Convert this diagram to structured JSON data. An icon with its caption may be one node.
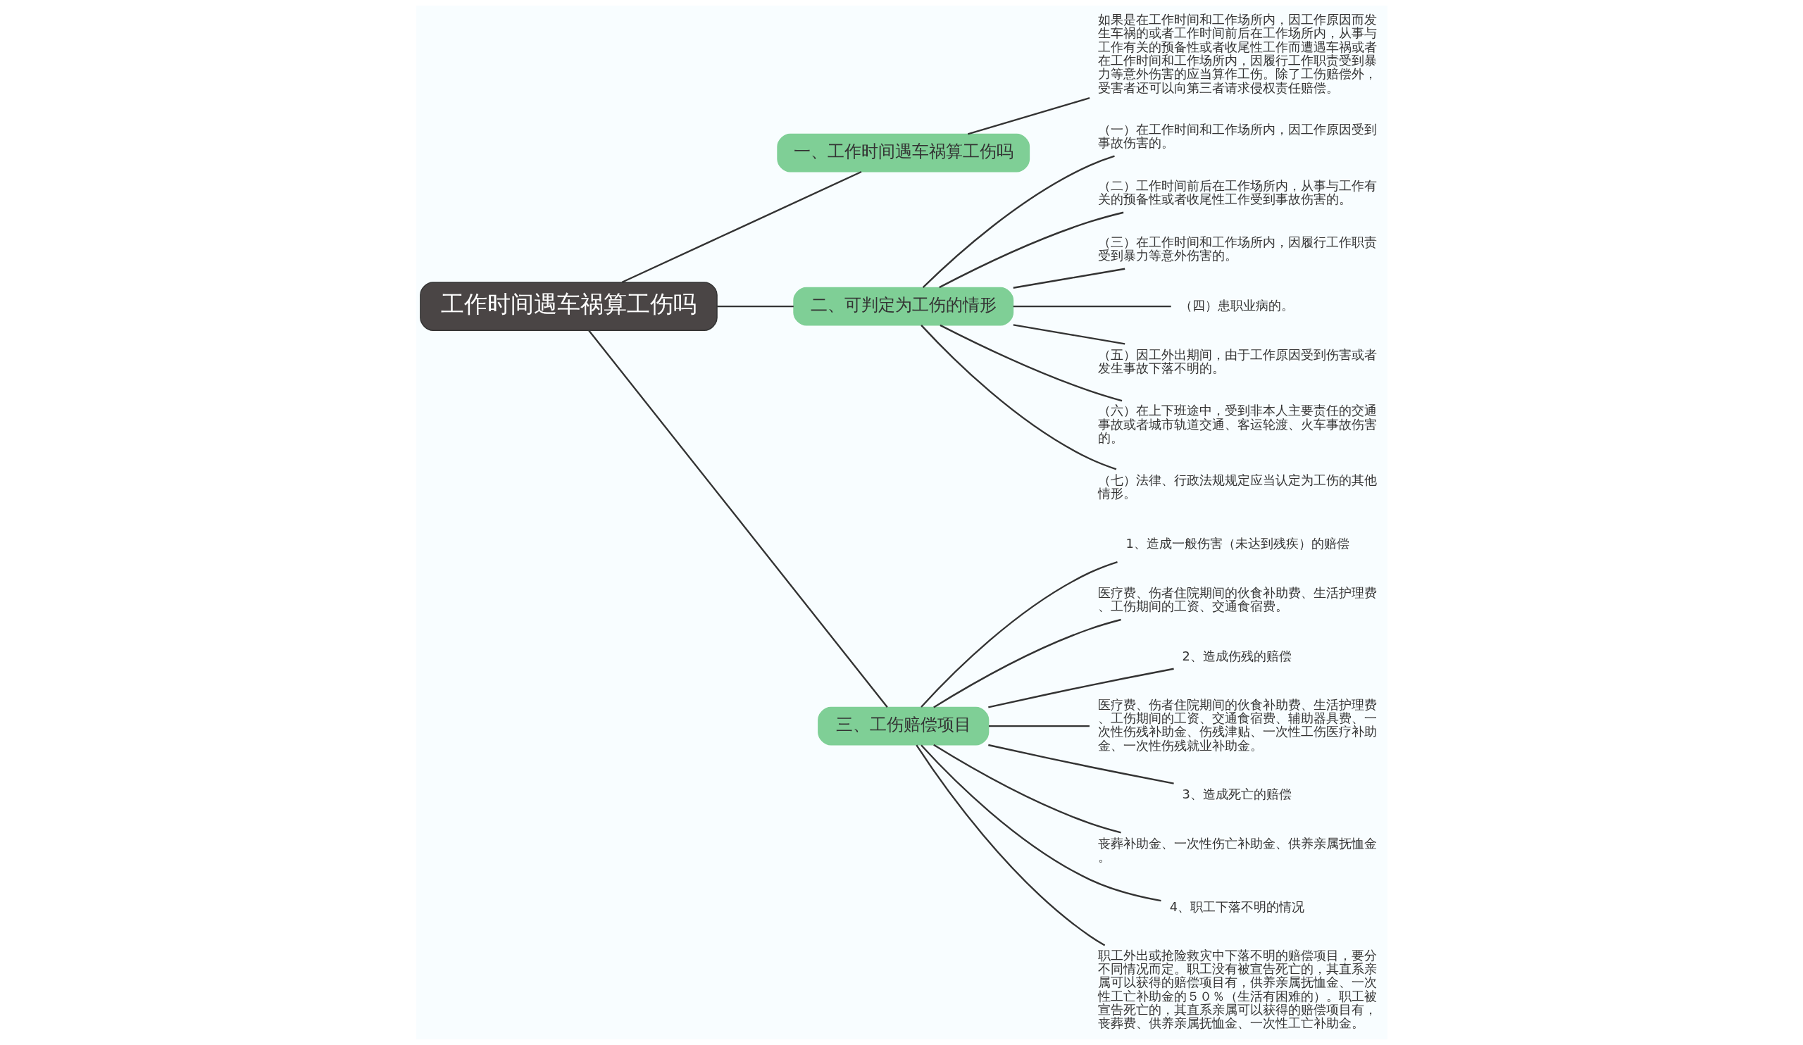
{
  "diagram": {
    "nodes": [
      {
        "text": [
          "工作时间遇车祸算工伤吗"
        ]
      },
      {
        "text": [
          "一、工作时间遇车祸算工伤吗"
        ]
      },
      {
        "text": [
          "如果是在工作时间和工作场所内，因工作原因而发生车祸的或者工作时间前后在工作场所内，从事与工作有关的预备性或者收尾性工作而遭遇车祸或者在工作时间和工作场所内，因履行工作职责受到暴力等意外伤害的应当算作工伤。除了工伤赔偿外，受害者还可以向第三者请求侵权责任赔偿。"
        ]
      },
      {
        "text": [
          "二、可判定为工伤的情形"
        ]
      },
      {
        "text": [
          "（一）在工作时间和工作场所内，因工作原因受到事故伤害的。"
        ]
      },
      {
        "text": [
          "（二）工作时间前后在工作场所内，从事与工作有关的预备性或者收尾性工作受到事故伤害的。"
        ]
      },
      {
        "text": [
          "（三）在工作时间和工作场所内，因履行工作职责受到暴力等意外伤害的。"
        ]
      },
      {
        "text": [
          "（四）患职业病的。"
        ]
      },
      {
        "text": [
          "（五）因工外出期间，由于工作原因受到伤害或者发生事故下落不明的。"
        ]
      },
      {
        "text": [
          "（六）在上下班途中，受到非本人主要责任的交通事故或者城市轨道交通、客运轮渡、火车事故伤害的。"
        ]
      },
      {
        "text": [
          "（七）法律、行政法规规定应当认定为工伤的其他情形。"
        ]
      },
      {
        "text": [
          "三、工伤赔偿项目"
        ]
      },
      {
        "text": [
          "1、造成一般伤害（未达到残疾）的赔偿"
        ]
      },
      {
        "text": [
          "医疗费、伤者住院期间的伙食补助费、生活护理费、工伤期间的工资、交通食宿费。"
        ]
      },
      {
        "text": [
          "2、造成伤残的赔偿"
        ]
      },
      {
        "text": [
          "医疗费、伤者住院期间的伙食补助费、生活护理费、工伤期间的工资、交通食宿费、辅助器具费、一次性伤残补助金、伤残津贴、一次性工伤医疗补助金、一次性伤残就业补助金。"
        ]
      },
      {
        "text": [
          "3、造成死亡的赔偿"
        ]
      },
      {
        "text": [
          "丧葬补助金、一次性伤亡补助金、供养亲属抚恤金。"
        ]
      },
      {
        "text": [
          "4、职工下落不明的情况"
        ]
      },
      {
        "text": [
          "职工外出或抢险救灾中下落不明的赔偿项目，要分不同情况而定。职工没有被宣告死亡的，其直系亲属可以获得的赔偿项目有，供养亲属抚恤金、一次性工亡补助金的５０％（生活有困难的）。职工被宣告死亡的，其直系亲属可以获得的赔偿项目有，丧葬费、供养亲属抚恤金、一次性工亡补助金。"
        ]
      }
    ],
    "edges": [
      {
        "from": 0,
        "to": 1,
        "arrow": "none"
      },
      {
        "from": 1,
        "to": 2,
        "arrow": "none"
      },
      {
        "from": 0,
        "to": 3,
        "arrow": "none"
      },
      {
        "from": 3,
        "to": 4,
        "arrow": "none"
      },
      {
        "from": 3,
        "to": 5,
        "arrow": "none"
      },
      {
        "from": 3,
        "to": 6,
        "arrow": "none"
      },
      {
        "from": 3,
        "to": 7,
        "arrow": "none"
      },
      {
        "from": 3,
        "to": 8,
        "arrow": "none"
      },
      {
        "from": 3,
        "to": 9,
        "arrow": "none"
      },
      {
        "from": 3,
        "to": 10,
        "arrow": "none"
      },
      {
        "from": 0,
        "to": 11,
        "arrow": "none"
      },
      {
        "from": 11,
        "to": 12,
        "arrow": "none"
      },
      {
        "from": 11,
        "to": 13,
        "arrow": "none"
      },
      {
        "from": 11,
        "to": 14,
        "arrow": "none"
      },
      {
        "from": 11,
        "to": 15,
        "arrow": "none"
      },
      {
        "from": 11,
        "to": 16,
        "arrow": "none"
      },
      {
        "from": 11,
        "to": 17,
        "arrow": "none"
      },
      {
        "from": 11,
        "to": 18,
        "arrow": "none"
      },
      {
        "from": 11,
        "to": 19,
        "arrow": "none"
      }
    ]
  }
}
